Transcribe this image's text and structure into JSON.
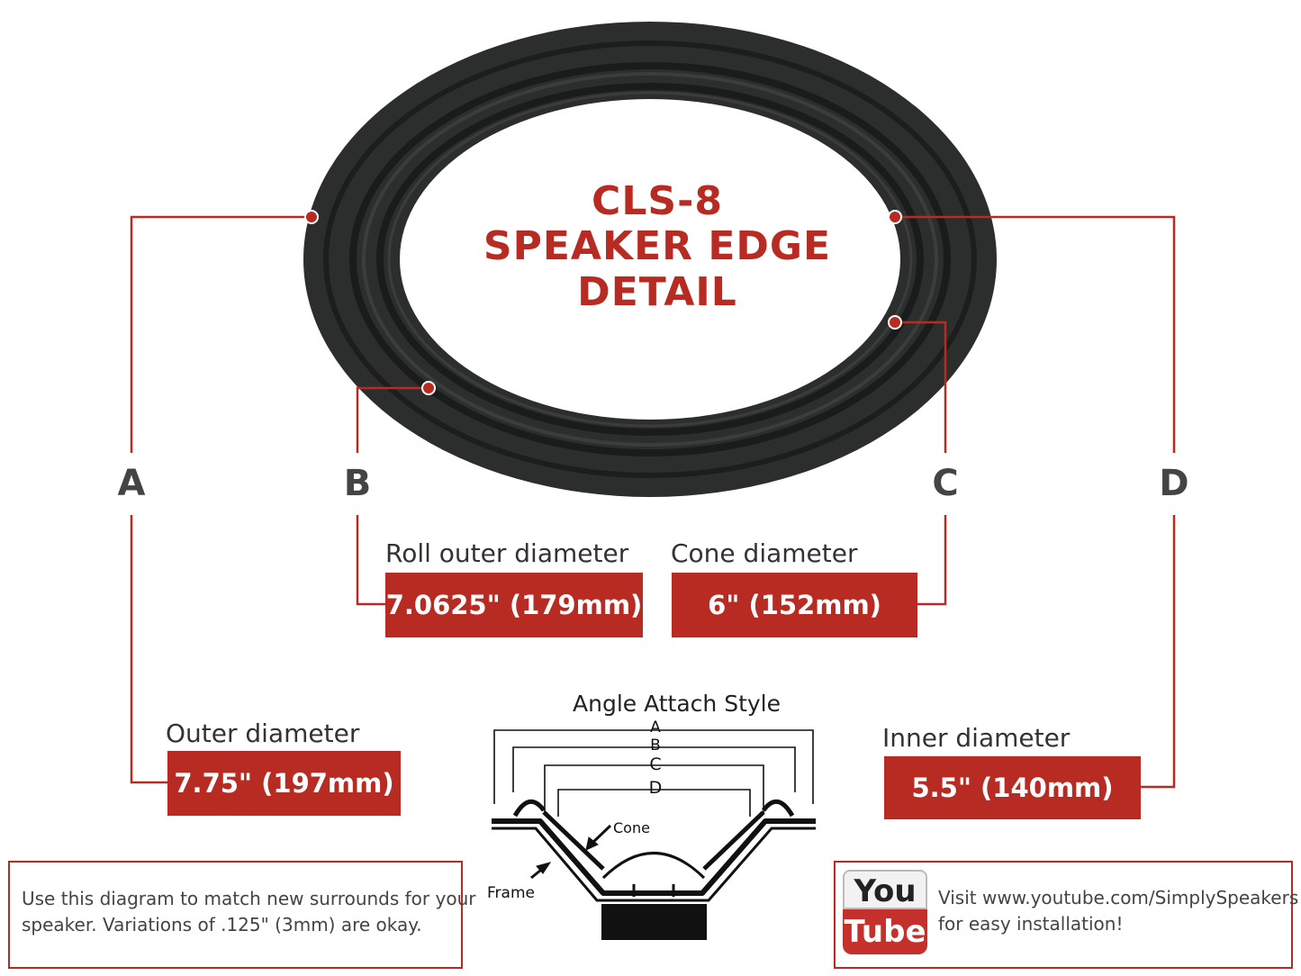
{
  "title": {
    "line1": "CLS-8",
    "line2": "SPEAKER EDGE DETAIL"
  },
  "markers": [
    "A",
    "B",
    "C",
    "D"
  ],
  "measurements": {
    "roll_outer": {
      "label": "Roll outer diameter",
      "value": "7.0625\" (179mm)"
    },
    "cone": {
      "label": "Cone diameter",
      "value": "6\" (152mm)"
    },
    "outer": {
      "label": "Outer diameter",
      "value": "7.75\" (197mm)"
    },
    "inner": {
      "label": "Inner diameter",
      "value": "5.5\" (140mm)"
    }
  },
  "angle_diagram": {
    "title": "Angle Attach Style",
    "letters": [
      "A",
      "B",
      "C",
      "D"
    ],
    "cone_label": "Cone",
    "frame_label": "Frame"
  },
  "note_left": {
    "line1": "Use this diagram to match new surrounds for your",
    "line2": "speaker. Variations of .125\" (3mm) are okay."
  },
  "note_right": {
    "logo_you": "You",
    "logo_tube": "Tube",
    "line1": "Visit www.youtube.com/SimplySpeakers",
    "line2": "for easy installation!"
  },
  "colors": {
    "accent": "#b72b22",
    "edge": "#2a2d2b",
    "text": "#444444"
  }
}
